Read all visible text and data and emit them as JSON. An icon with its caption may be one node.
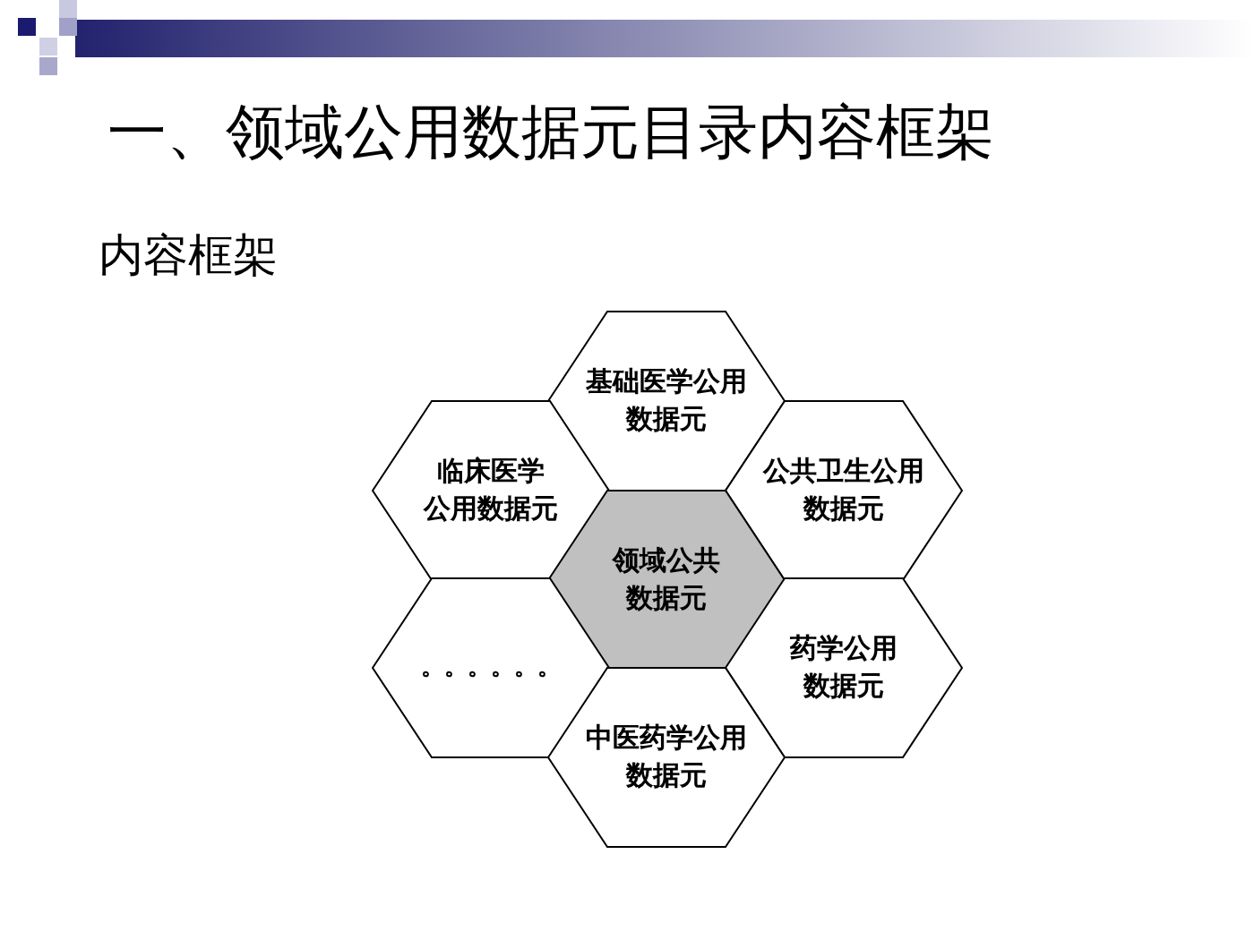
{
  "diagram": {
    "title": "一、领域公用数据元目录内容框架",
    "nodes": [
      {
        "text": [
          "基础医学公用数据元"
        ]
      },
      {
        "text": [
          "临床医学公用数据元"
        ]
      },
      {
        "text": [
          "公共卫生公用数据元"
        ]
      },
      {
        "text": [
          "领域公共数据元"
        ]
      },
      {
        "text": [
          "。。。。。。"
        ]
      },
      {
        "text": [
          "药学公用数据元"
        ]
      },
      {
        "text": [
          "中医药学公用数据元"
        ]
      }
    ],
    "labels": [
      "内容框架"
    ]
  }
}
